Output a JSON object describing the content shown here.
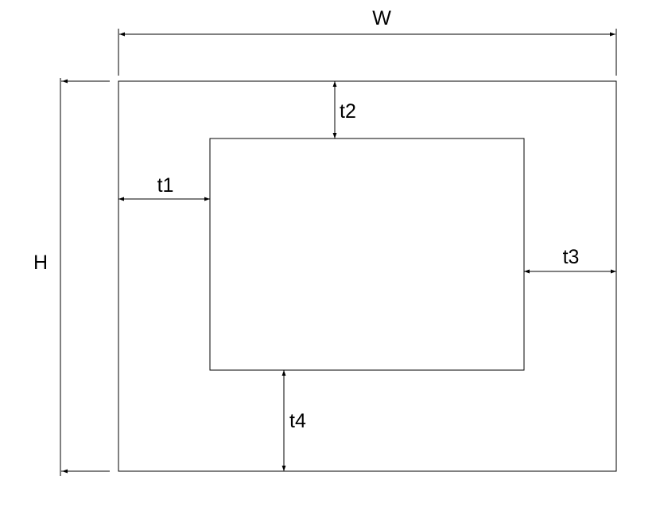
{
  "diagram": {
    "labels": {
      "width": "W",
      "height": "H",
      "left_thickness": "t1",
      "top_thickness": "t2",
      "right_thickness": "t3",
      "bottom_thickness": "t4"
    },
    "colors": {
      "background": "#ffffff",
      "stroke": "#000000"
    }
  }
}
